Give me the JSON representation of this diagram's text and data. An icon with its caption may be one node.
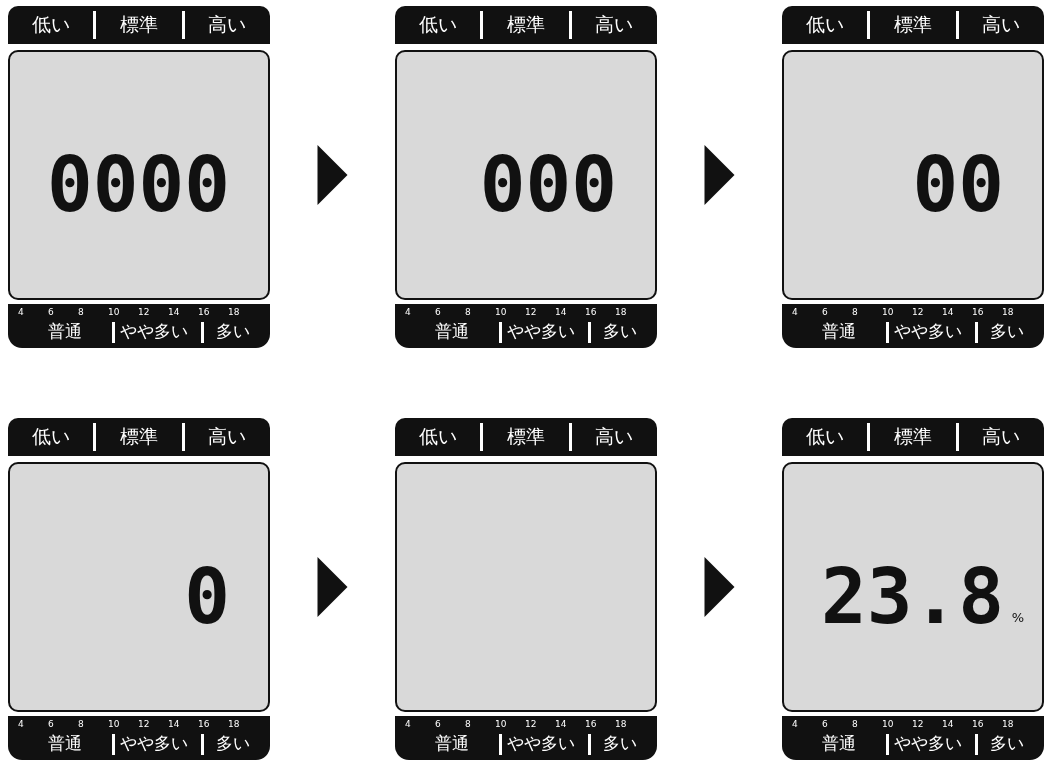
{
  "diagram": {
    "nodes": [
      {
        "text": [
          "低い",
          "標準",
          "高い"
        ]
      },
      {
        "text": [
          "0000"
        ]
      },
      {
        "text": [
          "4",
          "6",
          "8",
          "10",
          "12",
          "14",
          "16",
          "18",
          "普通",
          "やや多い",
          "多い"
        ]
      },
      {
        "text": [
          "低い",
          "標準",
          "高い"
        ]
      },
      {
        "text": [
          "000"
        ]
      },
      {
        "text": [
          "4",
          "6",
          "8",
          "10",
          "12",
          "14",
          "16",
          "18",
          "普通",
          "やや多い",
          "多い"
        ]
      },
      {
        "text": [
          "低い",
          "標準",
          "高い"
        ]
      },
      {
        "text": [
          "00"
        ]
      },
      {
        "text": [
          "4",
          "6",
          "8",
          "10",
          "12",
          "14",
          "16",
          "18",
          "普通",
          "やや多い",
          "多い"
        ]
      },
      {
        "text": [
          "低い",
          "標準",
          "高い"
        ]
      },
      {
        "text": [
          "0"
        ]
      },
      {
        "text": [
          "4",
          "6",
          "8",
          "10",
          "12",
          "14",
          "16",
          "18",
          "普通",
          "やや多い",
          "多い"
        ]
      },
      {
        "text": [
          "低い",
          "標準",
          "高い"
        ]
      },
      {
        "text": [],
        "shape": "box"
      },
      {
        "text": [
          "4",
          "6",
          "8",
          "10",
          "12",
          "14",
          "16",
          "18",
          "普通",
          "やや多い",
          "多い"
        ]
      },
      {
        "text": [
          "低い",
          "標準",
          "高い"
        ]
      },
      {
        "text": [
          "23.8",
          "%"
        ]
      },
      {
        "text": [
          "4",
          "6",
          "8",
          "10",
          "12",
          "14",
          "16",
          "18",
          "普通",
          "やや多い",
          "多い"
        ]
      }
    ],
    "edges": [
      {
        "from": 1,
        "to": 4,
        "arrow": "to"
      },
      {
        "from": 4,
        "to": 7,
        "arrow": "to"
      },
      {
        "from": 10,
        "to": 13,
        "arrow": "to"
      },
      {
        "from": 13,
        "to": 16,
        "arrow": "to"
      }
    ]
  }
}
